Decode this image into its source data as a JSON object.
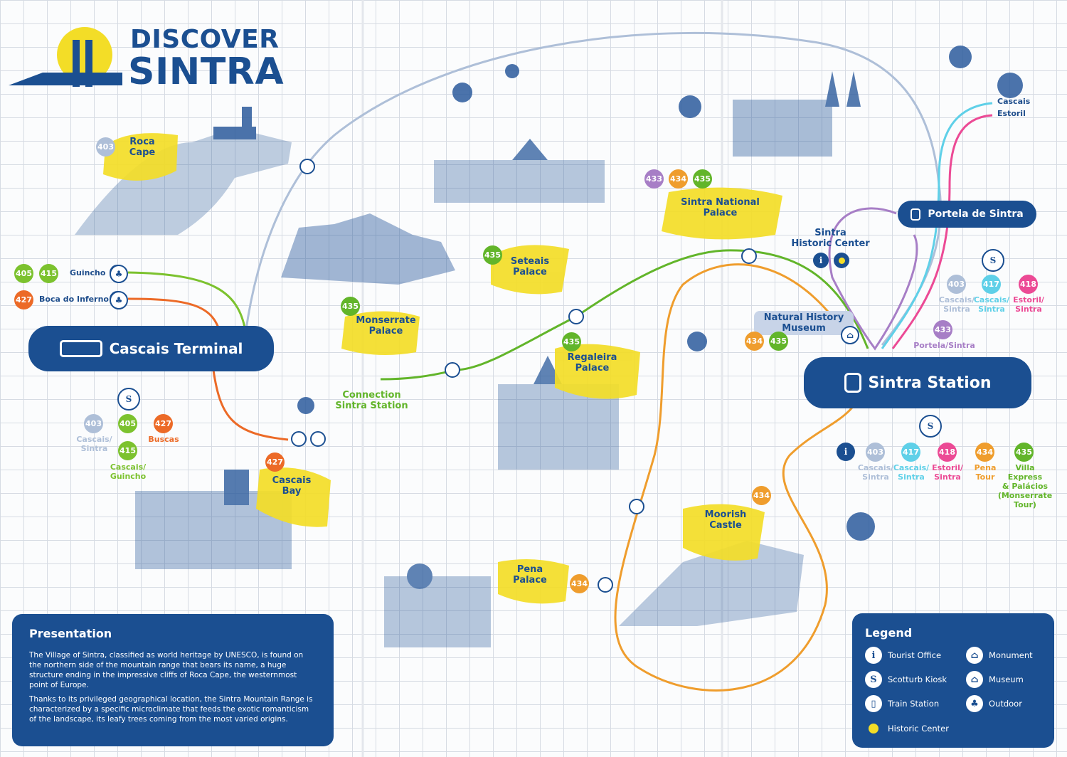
{
  "colors": {
    "navy": "#1b4f91",
    "yellow_highlight": "#f3dd27",
    "route_403": "#aebfd8",
    "route_405": "#7cc22e",
    "route_415": "#7cc22e",
    "route_427": "#ec6a27",
    "route_434": "#ef9d2d",
    "route_435": "#62b52a",
    "route_433": "#a77ec6",
    "route_417": "#5fd0e8",
    "route_418": "#ec4a95"
  },
  "header": {
    "title_line1": "DISCOVER",
    "title_line2": "SINTRA"
  },
  "places": {
    "roca_cape": "Roca\nCape",
    "seteais": "Seteais\nPalace",
    "sintra_national": "Sintra National\nPalace",
    "monserrate": "Monserrate\nPalace",
    "regaleira": "Regaleira\nPalace",
    "cascais_bay": "Cascais\nBay",
    "moorish_castle": "Moorish\nCastle",
    "pena_palace": "Pena\nPalace",
    "natural_history": "Natural History\nMuseum",
    "historic_center": "Sintra\nHistoric Center",
    "connection": "Connection\nSintra Station"
  },
  "hubs": {
    "cascais_terminal": "Cascais Terminal",
    "sintra_station": "Sintra Station",
    "portela": "Portela de Sintra"
  },
  "destinations": {
    "guincho": "Guincho",
    "boca": "Boca do Inferno",
    "cascais": "Cascais",
    "estoril": "Estoril"
  },
  "badges": {
    "b403": "403",
    "b405": "405",
    "b415": "415",
    "b427": "427",
    "b433": "433",
    "b434": "434",
    "b435": "435",
    "b417": "417",
    "b418": "418"
  },
  "route_labels": {
    "cascais_sintra": "Cascais/\nSintra",
    "buscas": "Buscas",
    "cascais_guincho": "Cascais/\nGuincho",
    "estoril_sintra": "Estoril/\nSintra",
    "portela_sintra": "Portela/Sintra",
    "pena_tour": "Pena\nTour",
    "villa_express": "Villa\nExpress\n& Palácios\n(Monserrate\nTour)"
  },
  "presentation": {
    "heading": "Presentation",
    "para1": "The Village of Sintra, classified as world heritage by UNESCO, is found on the northern side of the mountain range that bears its name, a huge structure ending in the impressive cliffs of Roca Cape, the westernmost point of Europe.",
    "para2": "Thanks to its privileged geographical location, the Sintra Mountain Range is characterized by a specific microclimate that feeds the exotic romanticism of the landscape, its leafy trees coming from the most varied origins."
  },
  "legend": {
    "heading": "Legend",
    "tourist_office": "Tourist Office",
    "kiosk": "Scotturb Kiosk",
    "train": "Train Station",
    "historic": "Historic Center",
    "monument": "Monument",
    "museum": "Museum",
    "outdoor": "Outdoor"
  }
}
